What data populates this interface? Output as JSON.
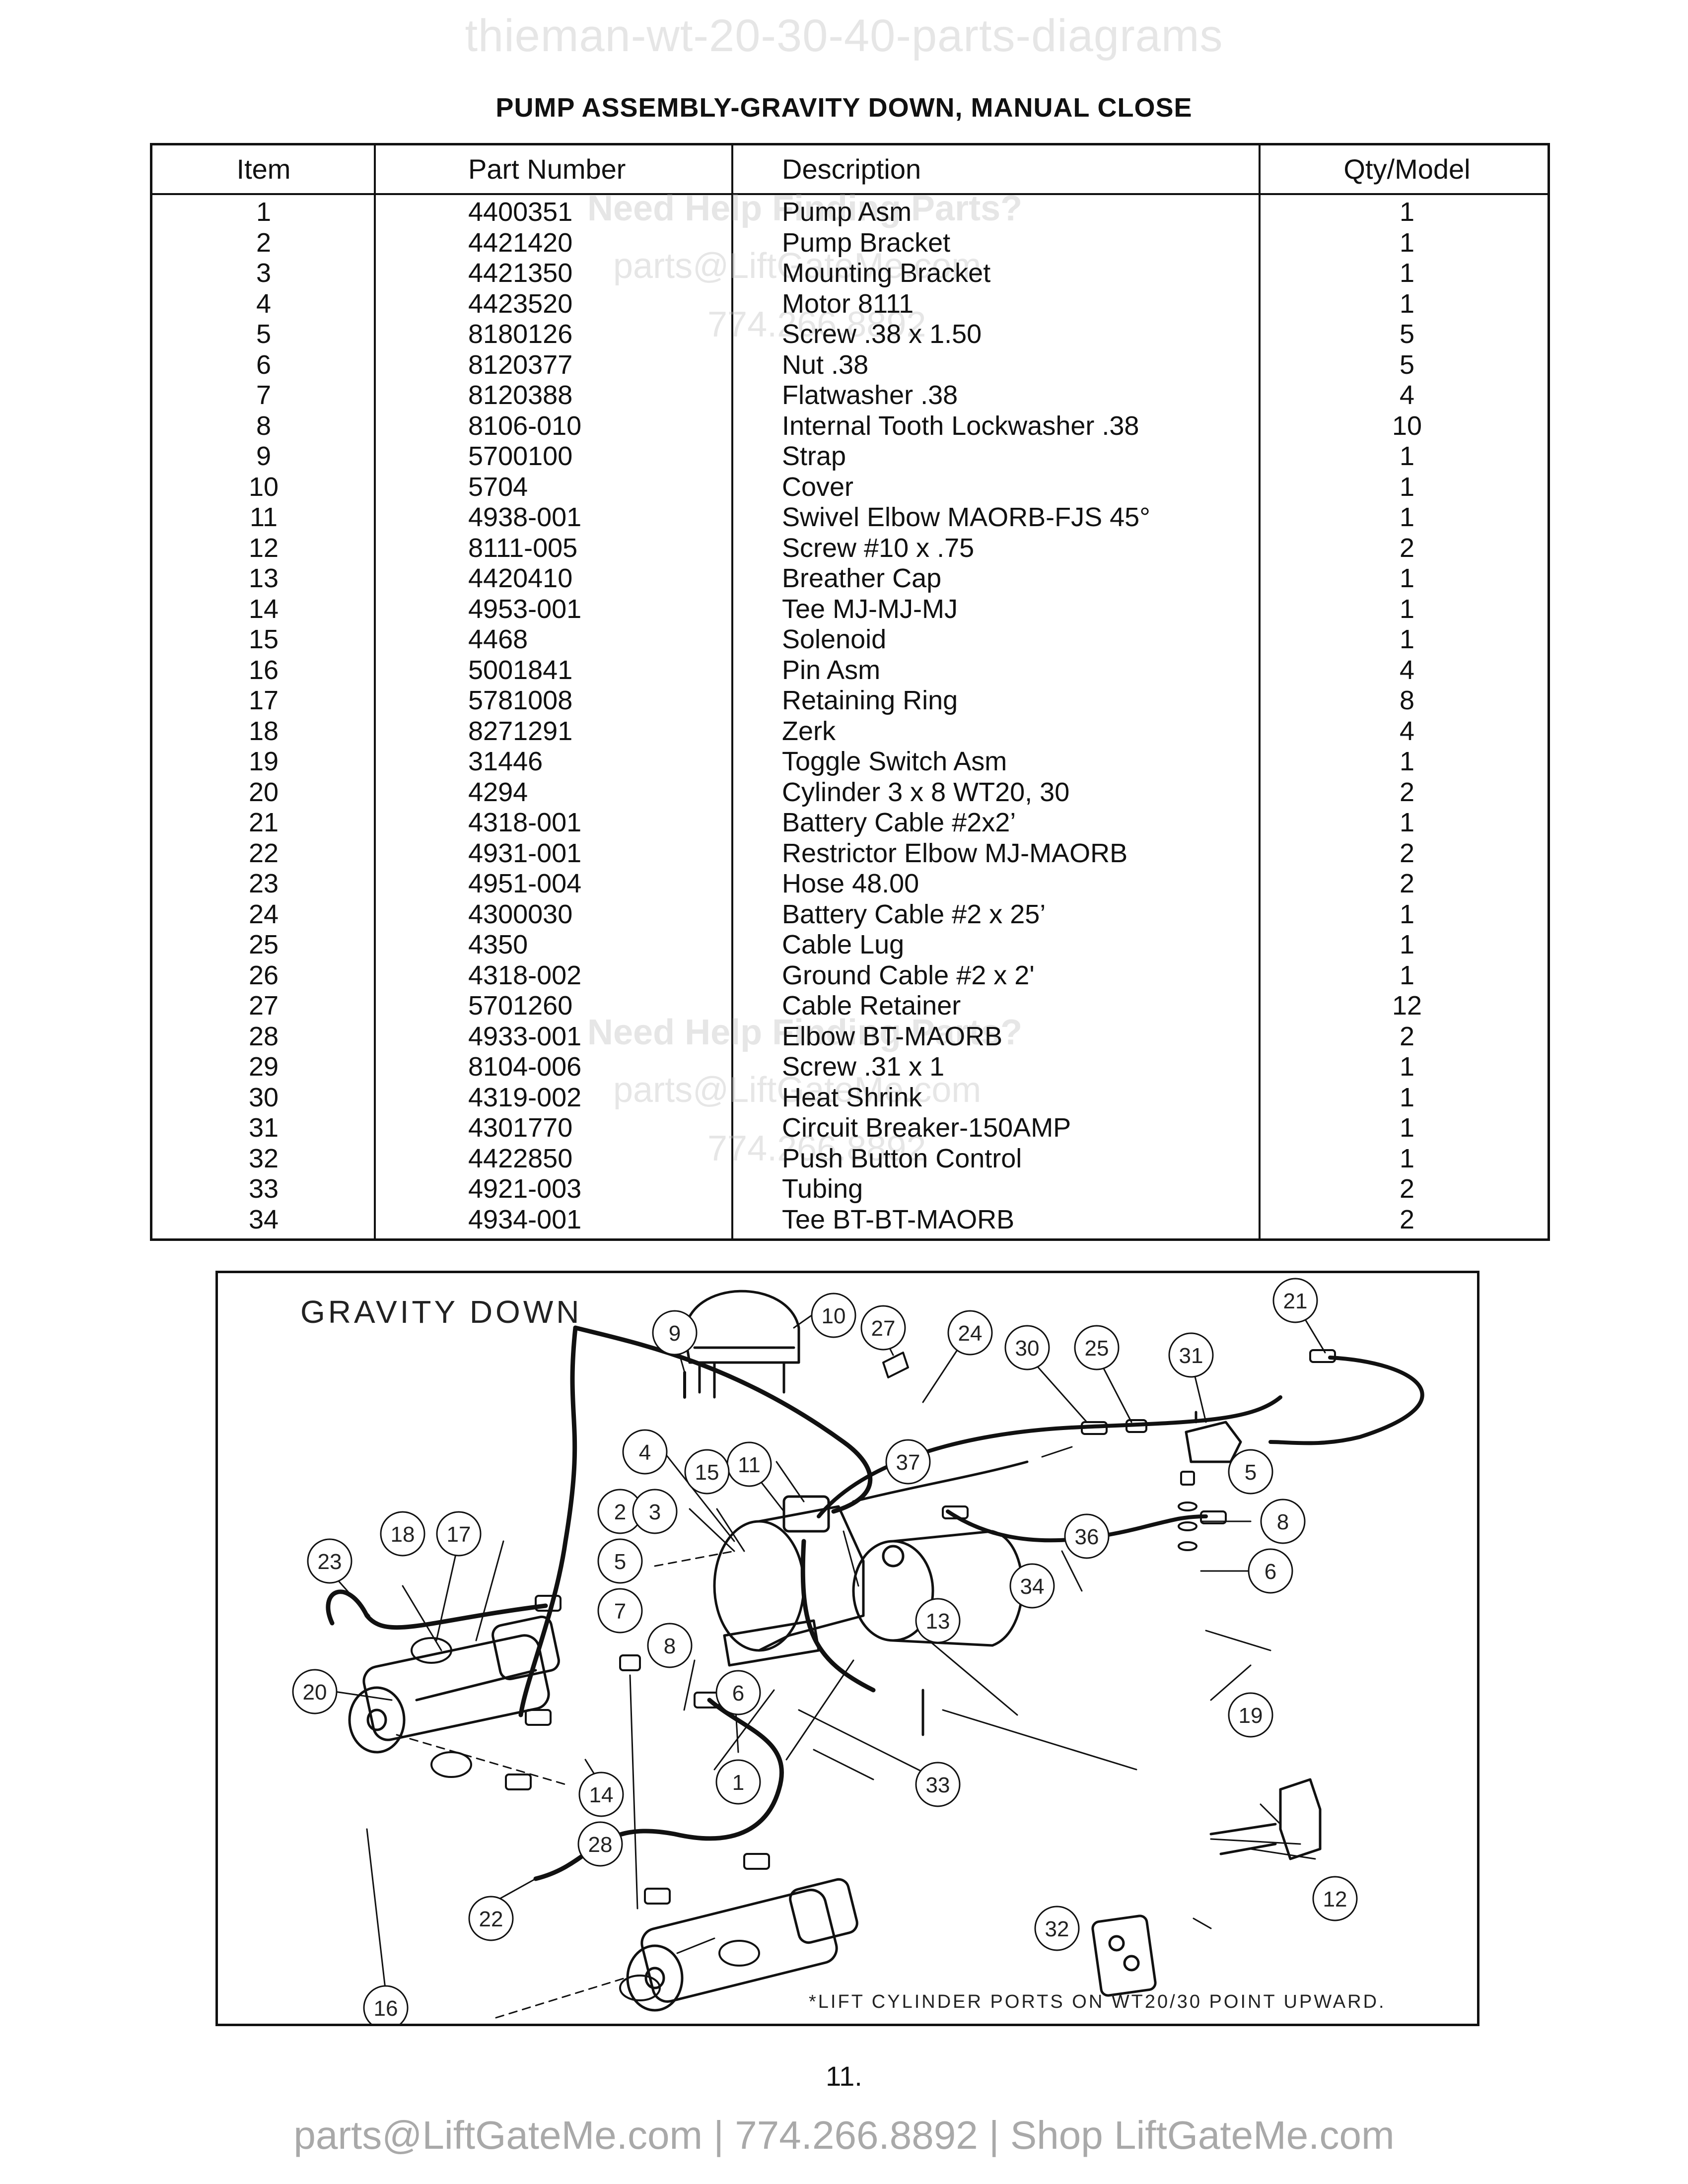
{
  "watermark_top": "thieman-wt-20-30-40-parts-diagrams",
  "title": "PUMP ASSEMBLY-GRAVITY DOWN, MANUAL CLOSE",
  "table": {
    "headers": [
      "Item",
      "Part Number",
      "Description",
      "Qty/Model"
    ],
    "rows": [
      [
        "1",
        "4400351",
        "Pump Asm",
        "1"
      ],
      [
        "2",
        "4421420",
        "Pump Bracket",
        "1"
      ],
      [
        "3",
        "4421350",
        "Mounting Bracket",
        "1"
      ],
      [
        "4",
        "4423520",
        "Motor 8111",
        "1"
      ],
      [
        "5",
        "8180126",
        "Screw .38 x 1.50",
        "5"
      ],
      [
        "6",
        "8120377",
        "Nut .38",
        "5"
      ],
      [
        "7",
        "8120388",
        "Flatwasher .38",
        "4"
      ],
      [
        "8",
        "8106-010",
        "Internal Tooth Lockwasher .38",
        "10"
      ],
      [
        "9",
        "5700100",
        "Strap",
        "1"
      ],
      [
        "10",
        "5704",
        "Cover",
        "1"
      ],
      [
        "11",
        "4938-001",
        "Swivel Elbow MAORB-FJS 45°",
        "1"
      ],
      [
        "12",
        "8111-005",
        "Screw #10 x .75",
        "2"
      ],
      [
        "13",
        "4420410",
        "Breather Cap",
        "1"
      ],
      [
        "14",
        "4953-001",
        "Tee MJ-MJ-MJ",
        "1"
      ],
      [
        "15",
        "4468",
        "Solenoid",
        "1"
      ],
      [
        "16",
        "5001841",
        "Pin Asm",
        "4"
      ],
      [
        "17",
        "5781008",
        "Retaining Ring",
        "8"
      ],
      [
        "18",
        "8271291",
        "Zerk",
        "4"
      ],
      [
        "19",
        "31446",
        "Toggle Switch Asm",
        "1"
      ],
      [
        "20",
        "4294",
        "Cylinder 3 x 8 WT20, 30",
        "2"
      ],
      [
        "21",
        "4318-001",
        "Battery Cable #2x2’",
        "1"
      ],
      [
        "22",
        "4931-001",
        "Restrictor Elbow MJ-MAORB",
        "2"
      ],
      [
        "23",
        "4951-004",
        "Hose 48.00",
        "2"
      ],
      [
        "24",
        "4300030",
        "Battery Cable #2 x 25’",
        "1"
      ],
      [
        "25",
        "4350",
        "Cable Lug",
        "1"
      ],
      [
        "26",
        "4318-002",
        "Ground Cable #2 x 2'",
        "1"
      ],
      [
        "27",
        "5701260",
        "Cable Retainer",
        "12"
      ],
      [
        "28",
        "4933-001",
        "Elbow BT-MAORB",
        "2"
      ],
      [
        "29",
        "8104-006",
        "Screw .31 x 1",
        "1"
      ],
      [
        "30",
        "4319-002",
        "Heat Shrink",
        "1"
      ],
      [
        "31",
        "4301770",
        "Circuit Breaker-150AMP",
        "1"
      ],
      [
        "32",
        "4422850",
        "Push Button Control",
        "1"
      ],
      [
        "33",
        "4921-003",
        "Tubing",
        "2"
      ],
      [
        "34",
        "4934-001",
        "Tee BT-BT-MAORB",
        "2"
      ]
    ]
  },
  "table_watermark": {
    "line1": "Need Help Finding Parts?",
    "line2": "parts@LiftGateMe.com",
    "line3": "774.266.8892"
  },
  "diagram": {
    "label": "GRAVITY DOWN",
    "note": "*LIFT CYLINDER PORTS ON WT20/30 POINT UPWARD.",
    "callouts": [
      "1",
      "2",
      "3",
      "4",
      "5",
      "5",
      "6",
      "6",
      "7",
      "8",
      "8",
      "9",
      "10",
      "11",
      "12",
      "13",
      "14",
      "15",
      "16",
      "17",
      "18",
      "19",
      "20",
      "21",
      "22",
      "23",
      "24",
      "25",
      "27",
      "28",
      "30",
      "31",
      "32",
      "33",
      "34",
      "36",
      "37"
    ]
  },
  "page_number": "11.",
  "footer": "parts@LiftGateMe.com | 774.266.8892 | Shop LiftGateMe.com"
}
